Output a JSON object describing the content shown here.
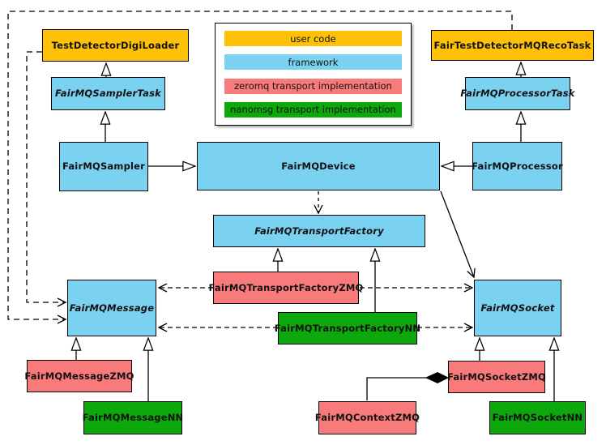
{
  "colors": {
    "user_code": "#FFC107",
    "framework": "#7BD1F0",
    "zeromq": "#F97A7A",
    "nanomsg": "#0CA80C",
    "border": "#000000",
    "background": "#ffffff"
  },
  "nodes": {
    "testDetectorDigiLoader": {
      "label": "TestDetectorDigiLoader",
      "category": "user code"
    },
    "fairTestDetectorMQRecoTask": {
      "label": "FairTestDetectorMQRecoTask",
      "category": "user code"
    },
    "fairMQSamplerTask": {
      "label": "FairMQSamplerTask",
      "category": "framework",
      "abstract": true
    },
    "fairMQProcessorTask": {
      "label": "FairMQProcessorTask",
      "category": "framework",
      "abstract": true
    },
    "fairMQSampler": {
      "label": "FairMQSampler",
      "category": "framework"
    },
    "fairMQDevice": {
      "label": "FairMQDevice",
      "category": "framework"
    },
    "fairMQProcessor": {
      "label": "FairMQProcessor",
      "category": "framework"
    },
    "fairMQTransportFactory": {
      "label": "FairMQTransportFactory",
      "category": "framework",
      "abstract": true
    },
    "fairMQTransportFactoryZMQ": {
      "label": "FairMQTransportFactoryZMQ",
      "category": "zeromq transport implementation"
    },
    "fairMQTransportFactoryNN": {
      "label": "FairMQTransportFactoryNN",
      "category": "nanomsg transport implementation"
    },
    "fairMQMessage": {
      "label": "FairMQMessage",
      "category": "framework",
      "abstract": true
    },
    "fairMQSocket": {
      "label": "FairMQSocket",
      "category": "framework",
      "abstract": true
    },
    "fairMQMessageZMQ": {
      "label": "FairMQMessageZMQ",
      "category": "zeromq transport implementation"
    },
    "fairMQMessageNN": {
      "label": "FairMQMessageNN",
      "category": "nanomsg transport implementation"
    },
    "fairMQContextZMQ": {
      "label": "FairMQContextZMQ",
      "category": "zeromq transport implementation"
    },
    "fairMQSocketZMQ": {
      "label": "FairMQSocketZMQ",
      "category": "zeromq transport implementation"
    },
    "fairMQSocketNN": {
      "label": "FairMQSocketNN",
      "category": "nanomsg transport implementation"
    }
  },
  "legend": {
    "items": [
      {
        "label": "user code",
        "color": "#FFC107"
      },
      {
        "label": "framework",
        "color": "#7BD1F0"
      },
      {
        "label": "zeromq transport implementation",
        "color": "#F97A7A"
      },
      {
        "label": "nanomsg transport implementation",
        "color": "#0CA80C"
      }
    ]
  }
}
